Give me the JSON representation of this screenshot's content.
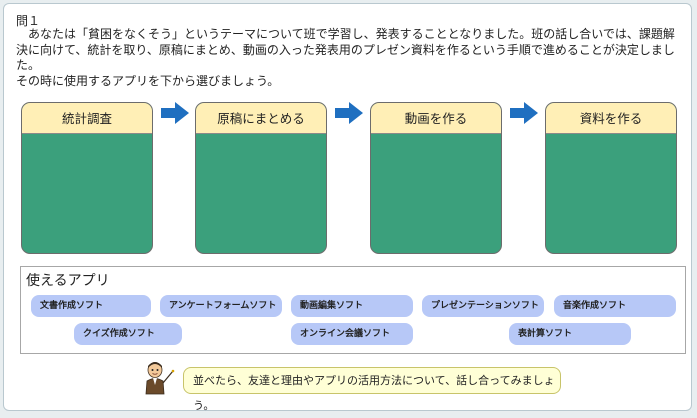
{
  "question": {
    "number": "問１",
    "line1": "あなたは「貧困をなくそう」というテーマについて班で学習し、発表することとなりました。班の話し合いでは、課題解決に向けて、統計を取り、原稿にまとめ、動画の入った発表用のプレゼン資料を作るという手順で進めることが決定しました。",
    "line2": "その時に使用するアプリを下から選びましょう。"
  },
  "steps": [
    {
      "label": "統計調査"
    },
    {
      "label": "原稿にまとめる"
    },
    {
      "label": "動画を作る"
    },
    {
      "label": "資料を作る"
    }
  ],
  "apps": {
    "title": "使えるアプリ",
    "items": [
      {
        "label": "文書作成ソフト"
      },
      {
        "label": "アンケートフォームソフト"
      },
      {
        "label": "動画編集ソフト"
      },
      {
        "label": "プレゼンテーションソフト"
      },
      {
        "label": "音楽作成ソフト"
      },
      {
        "label": "クイズ作成ソフト"
      },
      {
        "label": "オンライン会議ソフト"
      },
      {
        "label": "表計算ソフト"
      }
    ]
  },
  "hint": {
    "text": "並べたら、友達と理由やアプリの活用方法について、話し合ってみましょう。"
  },
  "colors": {
    "step_box": "#3ba07c",
    "step_head": "#ffefb6",
    "arrow": "#1f6fc0",
    "chip": "#b7c8f7",
    "bubble": "#ffffd6"
  }
}
